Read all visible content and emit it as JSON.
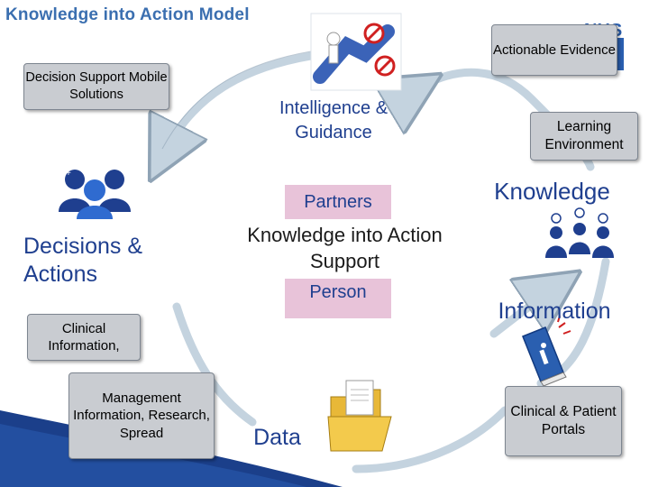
{
  "title": "Knowledge into Action Model",
  "nodes": {
    "actionable_evidence": "Actionable Evidence",
    "decision_support": "Decision Support Mobile Solutions",
    "intelligence_guidance": "Intelligence & Guidance",
    "learning_environment": "Learning Environment",
    "knowledge": "Knowledge",
    "decisions_actions": "Decisions & Actions",
    "partners": "Partners",
    "kia_support": "Knowledge into Action Support",
    "person": "Person",
    "information": "Information",
    "clinical_information": "Clinical Information,",
    "management_information": "Management Information, Research, Spread",
    "data": "Data",
    "clinical_patient_portals": "Clinical & Patient Portals"
  },
  "colors": {
    "title": "#3b6fb0",
    "navy_text": "#1f3f8f",
    "pink_box": "#e8c3d9",
    "grey_box": "#c9ccd1",
    "arrow": "#c4d3df",
    "wave": "#1b3f8a"
  },
  "icons": [
    "signpost-icon",
    "team-icon",
    "thinking-people-icon",
    "info-book-icon",
    "folder-icon",
    "logo-icon"
  ]
}
